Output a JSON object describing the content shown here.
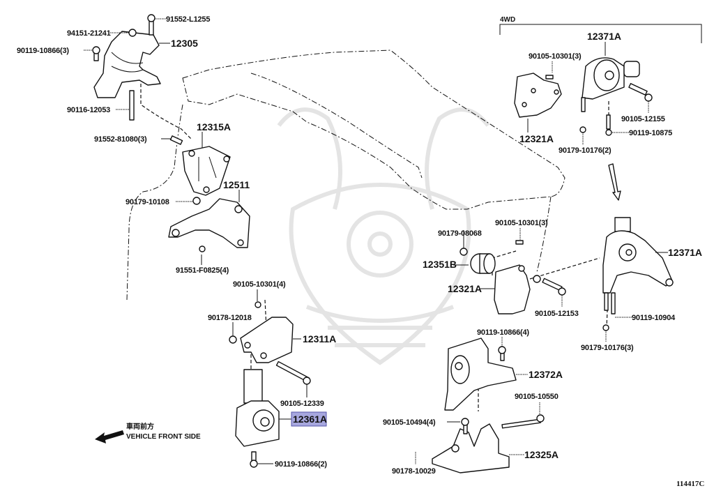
{
  "diagram": {
    "type": "exploded-parts-diagram",
    "subject": "Engine mounting",
    "highlight_color": "#a7a7de",
    "figure_code": "114417C",
    "group_label_4wd": "4WD",
    "front_direction": {
      "jp": "車両前方",
      "en": "VEHICLE FRONT SIDE"
    }
  },
  "parts": [
    {
      "id": "p01",
      "number": "94151-21241",
      "highlighted": false
    },
    {
      "id": "p02",
      "number": "91552-L1255",
      "highlighted": false
    },
    {
      "id": "p03",
      "number": "12305",
      "highlighted": false
    },
    {
      "id": "p04",
      "number": "90119-10866(3)",
      "highlighted": false
    },
    {
      "id": "p05",
      "number": "90116-12053",
      "highlighted": false
    },
    {
      "id": "p06",
      "number": "12315A",
      "highlighted": false
    },
    {
      "id": "p07",
      "number": "91552-81080(3)",
      "highlighted": false
    },
    {
      "id": "p08",
      "number": "12511",
      "highlighted": false
    },
    {
      "id": "p09",
      "number": "90179-10108",
      "highlighted": false
    },
    {
      "id": "p10",
      "number": "91551-F0825(4)",
      "highlighted": false
    },
    {
      "id": "p11",
      "number": "90105-10301(4)",
      "highlighted": false
    },
    {
      "id": "p12",
      "number": "90178-12018",
      "highlighted": false
    },
    {
      "id": "p13",
      "number": "12311A",
      "highlighted": false
    },
    {
      "id": "p14",
      "number": "90105-12339",
      "highlighted": false
    },
    {
      "id": "p15",
      "number": "12361A",
      "highlighted": true
    },
    {
      "id": "p16",
      "number": "90119-10866(2)",
      "highlighted": false
    },
    {
      "id": "p17",
      "number": "12371A",
      "highlighted": false
    },
    {
      "id": "p18",
      "number": "90105-10301(3)",
      "highlighted": false
    },
    {
      "id": "p19",
      "number": "12321A",
      "highlighted": false
    },
    {
      "id": "p20",
      "number": "90105-12155",
      "highlighted": false
    },
    {
      "id": "p21",
      "number": "90119-10875",
      "highlighted": false
    },
    {
      "id": "p22",
      "number": "90179-10176(2)",
      "highlighted": false
    },
    {
      "id": "p23",
      "number": "90179-08068",
      "highlighted": false
    },
    {
      "id": "p24",
      "number": "90105-10301(3)",
      "highlighted": false
    },
    {
      "id": "p25",
      "number": "12351B",
      "highlighted": false
    },
    {
      "id": "p26",
      "number": "12321A",
      "highlighted": false
    },
    {
      "id": "p27",
      "number": "90105-12153",
      "highlighted": false
    },
    {
      "id": "p28",
      "number": "12371A",
      "highlighted": false
    },
    {
      "id": "p29",
      "number": "90119-10904",
      "highlighted": false
    },
    {
      "id": "p30",
      "number": "90179-10176(3)",
      "highlighted": false
    },
    {
      "id": "p31",
      "number": "90119-10866(4)",
      "highlighted": false
    },
    {
      "id": "p32",
      "number": "12372A",
      "highlighted": false
    },
    {
      "id": "p33",
      "number": "90105-10550",
      "highlighted": false
    },
    {
      "id": "p34",
      "number": "90105-10494(4)",
      "highlighted": false
    },
    {
      "id": "p35",
      "number": "12325A",
      "highlighted": false
    },
    {
      "id": "p36",
      "number": "90178-10029",
      "highlighted": false
    }
  ]
}
